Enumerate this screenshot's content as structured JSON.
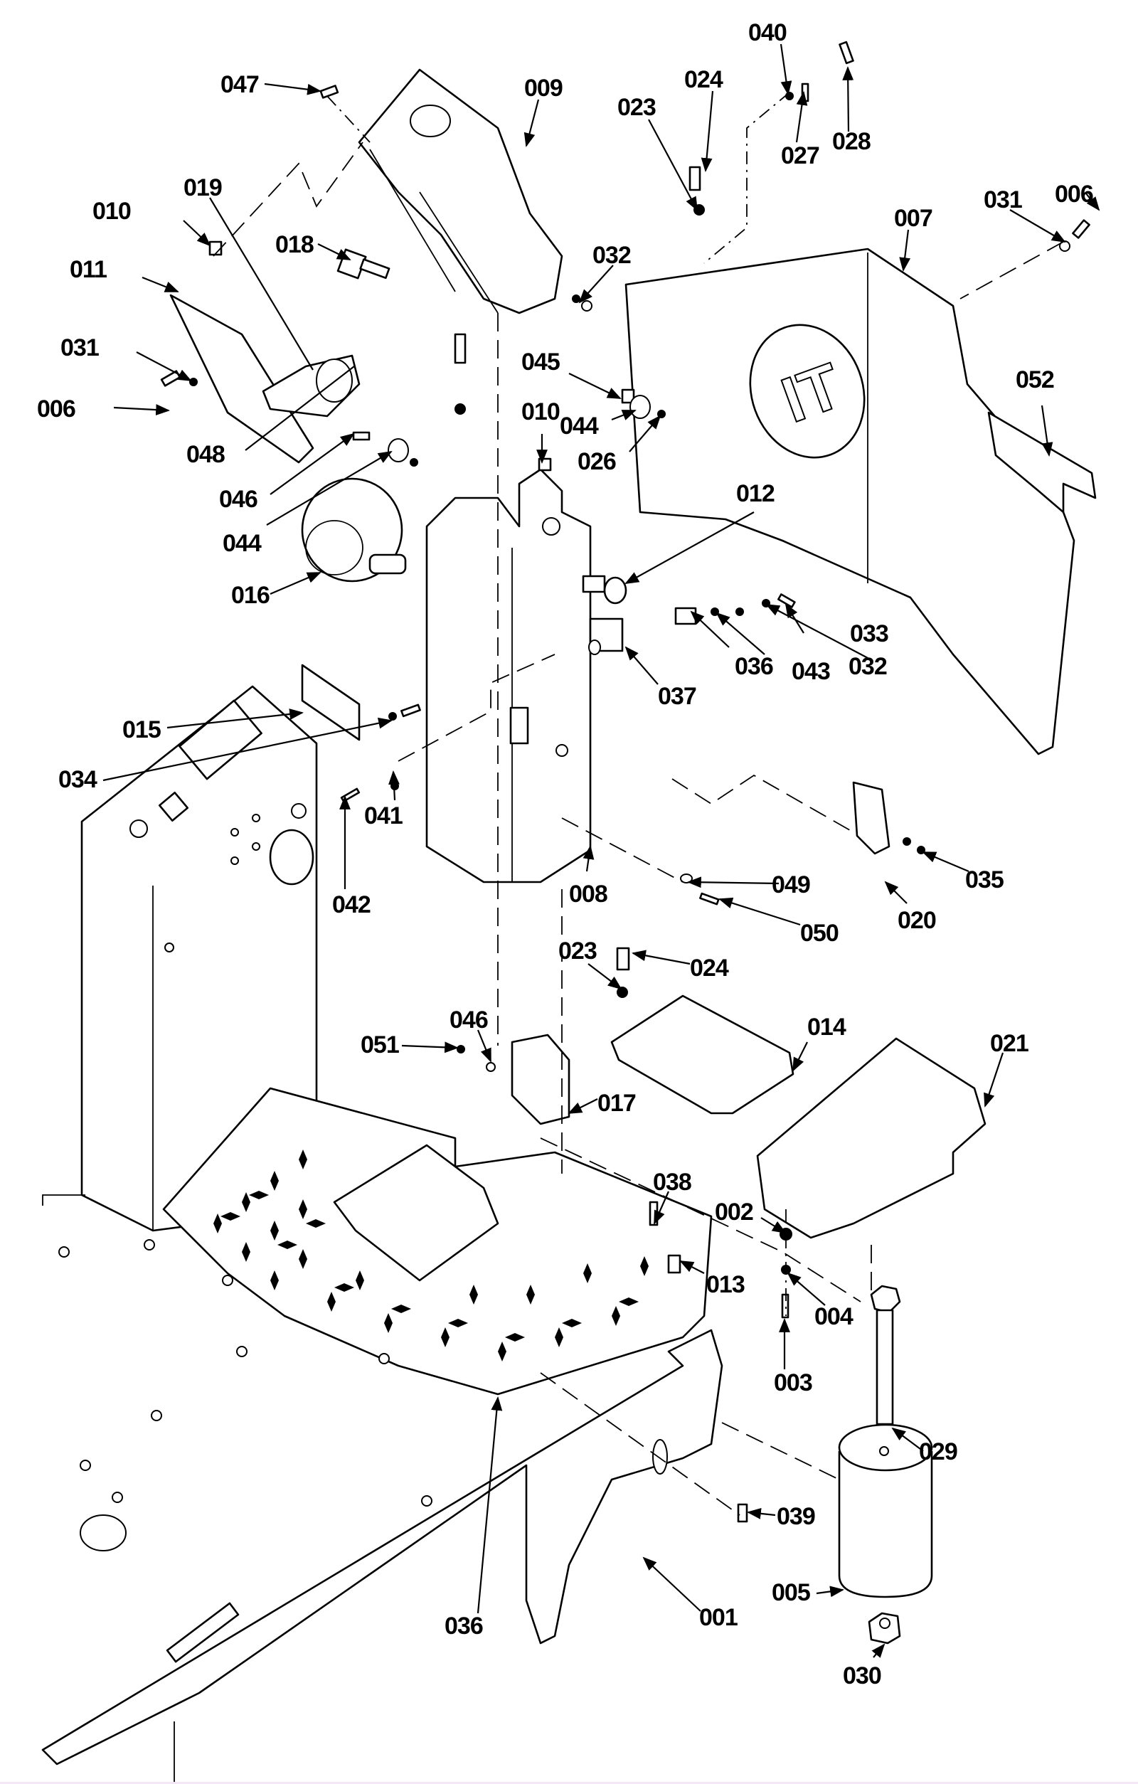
{
  "figure": {
    "type": "exploded-parts-diagram",
    "logo_glyph": "IT",
    "colors": {
      "line": "#000000",
      "background": "#ffffff"
    }
  },
  "callouts": [
    {
      "id": "047",
      "label": "047"
    },
    {
      "id": "009",
      "label": "009"
    },
    {
      "id": "040",
      "label": "040"
    },
    {
      "id": "024a",
      "label": "024"
    },
    {
      "id": "023a",
      "label": "023"
    },
    {
      "id": "027",
      "label": "027"
    },
    {
      "id": "028",
      "label": "028"
    },
    {
      "id": "031a",
      "label": "031"
    },
    {
      "id": "006a",
      "label": "006"
    },
    {
      "id": "007",
      "label": "007"
    },
    {
      "id": "019",
      "label": "019"
    },
    {
      "id": "010a",
      "label": "010"
    },
    {
      "id": "018",
      "label": "018"
    },
    {
      "id": "011",
      "label": "011"
    },
    {
      "id": "032a",
      "label": "032"
    },
    {
      "id": "031b",
      "label": "031"
    },
    {
      "id": "006b",
      "label": "006"
    },
    {
      "id": "052",
      "label": "052"
    },
    {
      "id": "045",
      "label": "045"
    },
    {
      "id": "010b",
      "label": "010"
    },
    {
      "id": "044a",
      "label": "044"
    },
    {
      "id": "048",
      "label": "048"
    },
    {
      "id": "026",
      "label": "026"
    },
    {
      "id": "046a",
      "label": "046"
    },
    {
      "id": "044b",
      "label": "044"
    },
    {
      "id": "012",
      "label": "012"
    },
    {
      "id": "016",
      "label": "016"
    },
    {
      "id": "033",
      "label": "033"
    },
    {
      "id": "036a",
      "label": "036"
    },
    {
      "id": "043",
      "label": "043"
    },
    {
      "id": "032b",
      "label": "032"
    },
    {
      "id": "037",
      "label": "037"
    },
    {
      "id": "015",
      "label": "015"
    },
    {
      "id": "034",
      "label": "034"
    },
    {
      "id": "041",
      "label": "041"
    },
    {
      "id": "042",
      "label": "042"
    },
    {
      "id": "008",
      "label": "008"
    },
    {
      "id": "049",
      "label": "049"
    },
    {
      "id": "035",
      "label": "035"
    },
    {
      "id": "020",
      "label": "020"
    },
    {
      "id": "050",
      "label": "050"
    },
    {
      "id": "023b",
      "label": "023"
    },
    {
      "id": "024b",
      "label": "024"
    },
    {
      "id": "046b",
      "label": "046"
    },
    {
      "id": "051",
      "label": "051"
    },
    {
      "id": "014",
      "label": "014"
    },
    {
      "id": "021",
      "label": "021"
    },
    {
      "id": "017",
      "label": "017"
    },
    {
      "id": "038",
      "label": "038"
    },
    {
      "id": "002",
      "label": "002"
    },
    {
      "id": "013",
      "label": "013"
    },
    {
      "id": "004",
      "label": "004"
    },
    {
      "id": "003",
      "label": "003"
    },
    {
      "id": "029",
      "label": "029"
    },
    {
      "id": "039",
      "label": "039"
    },
    {
      "id": "005",
      "label": "005"
    },
    {
      "id": "001",
      "label": "001"
    },
    {
      "id": "036b",
      "label": "036"
    },
    {
      "id": "030",
      "label": "030"
    }
  ]
}
